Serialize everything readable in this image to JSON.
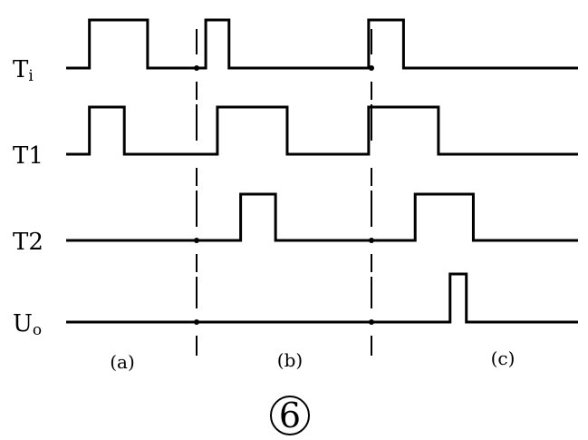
{
  "signals": [
    {
      "name": "T",
      "subscript": "i",
      "pulses": [
        [
          1,
          3.5
        ],
        [
          6,
          7
        ],
        [
          13,
          14.5
        ]
      ]
    },
    {
      "name": "T1",
      "subscript": "",
      "pulses": [
        [
          1,
          2.5
        ],
        [
          6.5,
          9.5
        ],
        [
          13,
          16
        ]
      ]
    },
    {
      "name": "T2",
      "subscript": "",
      "pulses": [
        [
          7.5,
          9
        ],
        [
          15,
          17.5
        ]
      ]
    },
    {
      "name": "U",
      "subscript": "o",
      "pulses": [
        [
          16.5,
          17.2
        ]
      ]
    }
  ],
  "regions": [
    "(a)",
    "(b)",
    "(c)"
  ],
  "figure_number": "6"
}
